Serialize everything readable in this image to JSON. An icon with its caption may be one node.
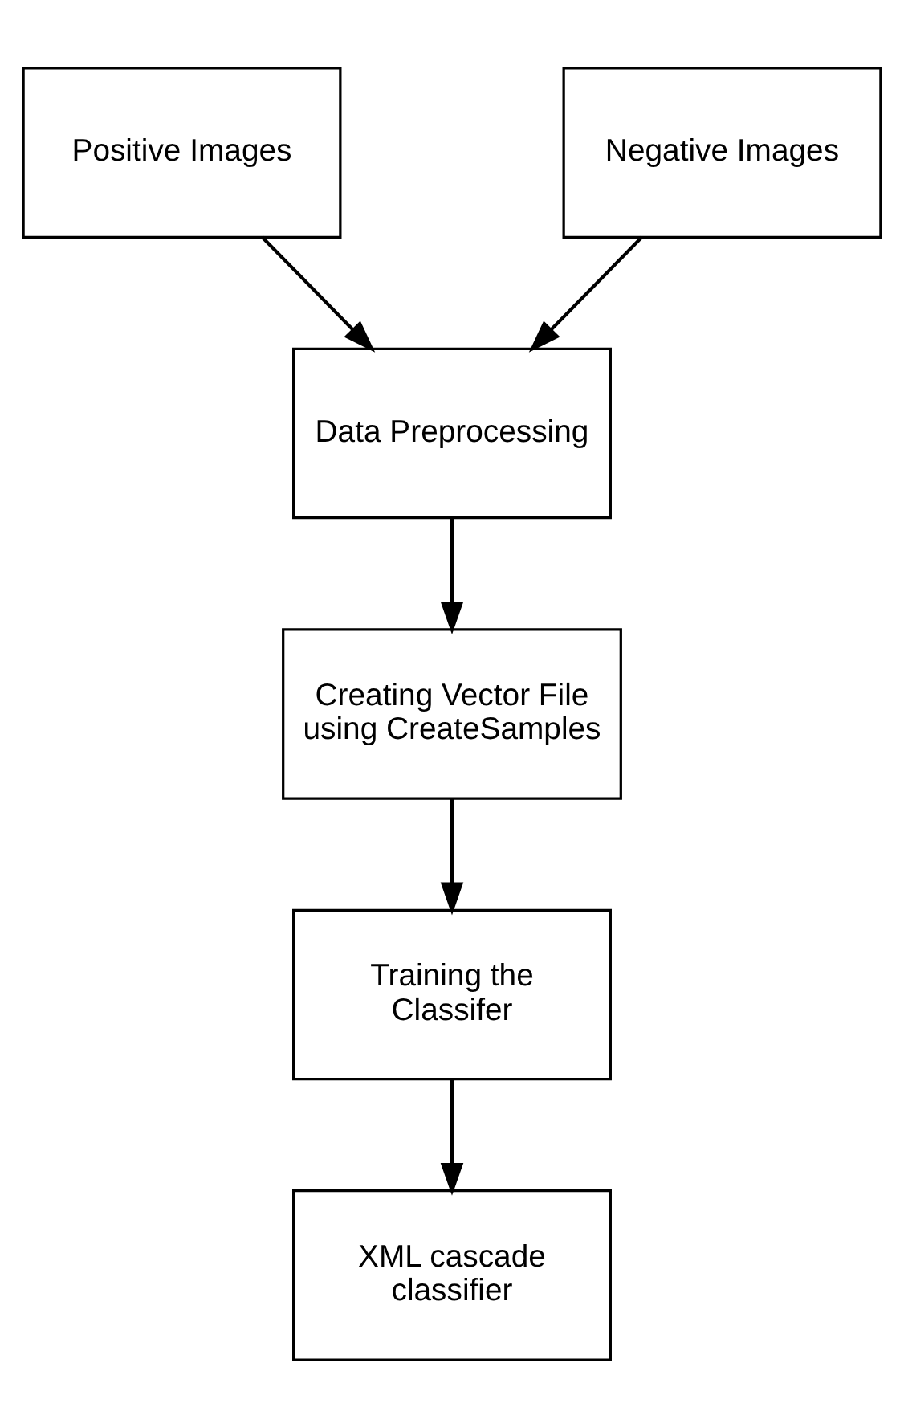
{
  "diagram": {
    "nodes": [
      {
        "text": [
          "Positive Images"
        ]
      },
      {
        "text": [
          "Negative Images"
        ]
      },
      {
        "text": [
          "Data Preprocessing"
        ]
      },
      {
        "text": [
          "Creating Vector File using CreateSamples"
        ]
      },
      {
        "text": [
          "Training the Classifer"
        ]
      },
      {
        "text": [
          "XML cascade classifier"
        ]
      }
    ],
    "edges": [
      {
        "from": 0,
        "to": 2,
        "arrow": "to"
      },
      {
        "from": 1,
        "to": 2,
        "arrow": "to"
      },
      {
        "from": 2,
        "to": 3,
        "arrow": "to"
      },
      {
        "from": 3,
        "to": 4,
        "arrow": "to"
      },
      {
        "from": 4,
        "to": 5,
        "arrow": "to"
      }
    ]
  }
}
